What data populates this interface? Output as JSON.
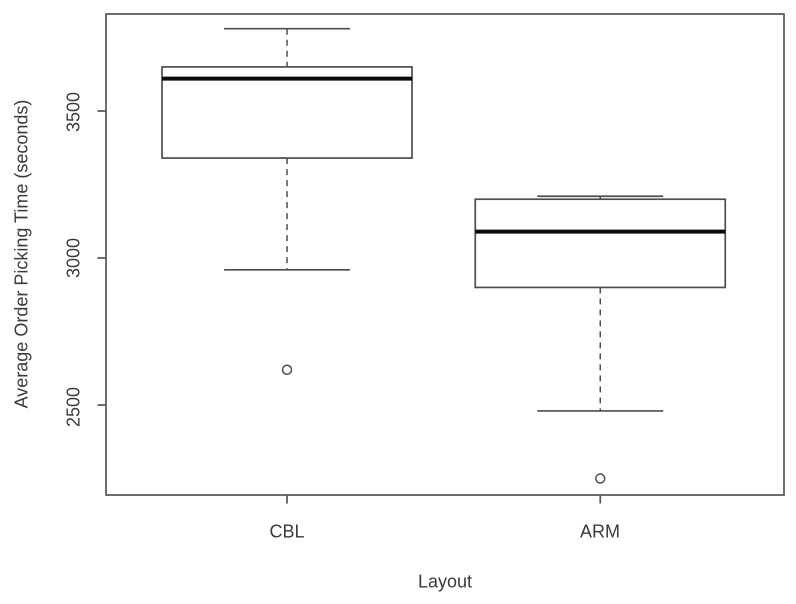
{
  "chart_data": {
    "type": "boxplot",
    "title": "",
    "xlabel": "Layout",
    "ylabel": "Average Order Picking Time (seconds)",
    "categories": [
      "CBL",
      "ARM"
    ],
    "yticks": [
      2500,
      3000,
      3500
    ],
    "ylim": [
      2194,
      3830
    ],
    "grid": false,
    "legend": "none",
    "series": [
      {
        "name": "CBL",
        "lower_whisker": 2960,
        "q1": 3340,
        "median": 3610,
        "q3": 3650,
        "upper_whisker": 3780,
        "outliers": [
          2620
        ]
      },
      {
        "name": "ARM",
        "lower_whisker": 2480,
        "q1": 2900,
        "median": 3090,
        "q3": 3200,
        "upper_whisker": 3210,
        "outliers": [
          2250
        ]
      }
    ],
    "colors": {
      "box_stroke": "#4d4d4d",
      "median_stroke": "#0b0b0b",
      "frame_stroke": "#555555",
      "text": "#3a3a3a",
      "box_fill": "#ffffff"
    }
  }
}
